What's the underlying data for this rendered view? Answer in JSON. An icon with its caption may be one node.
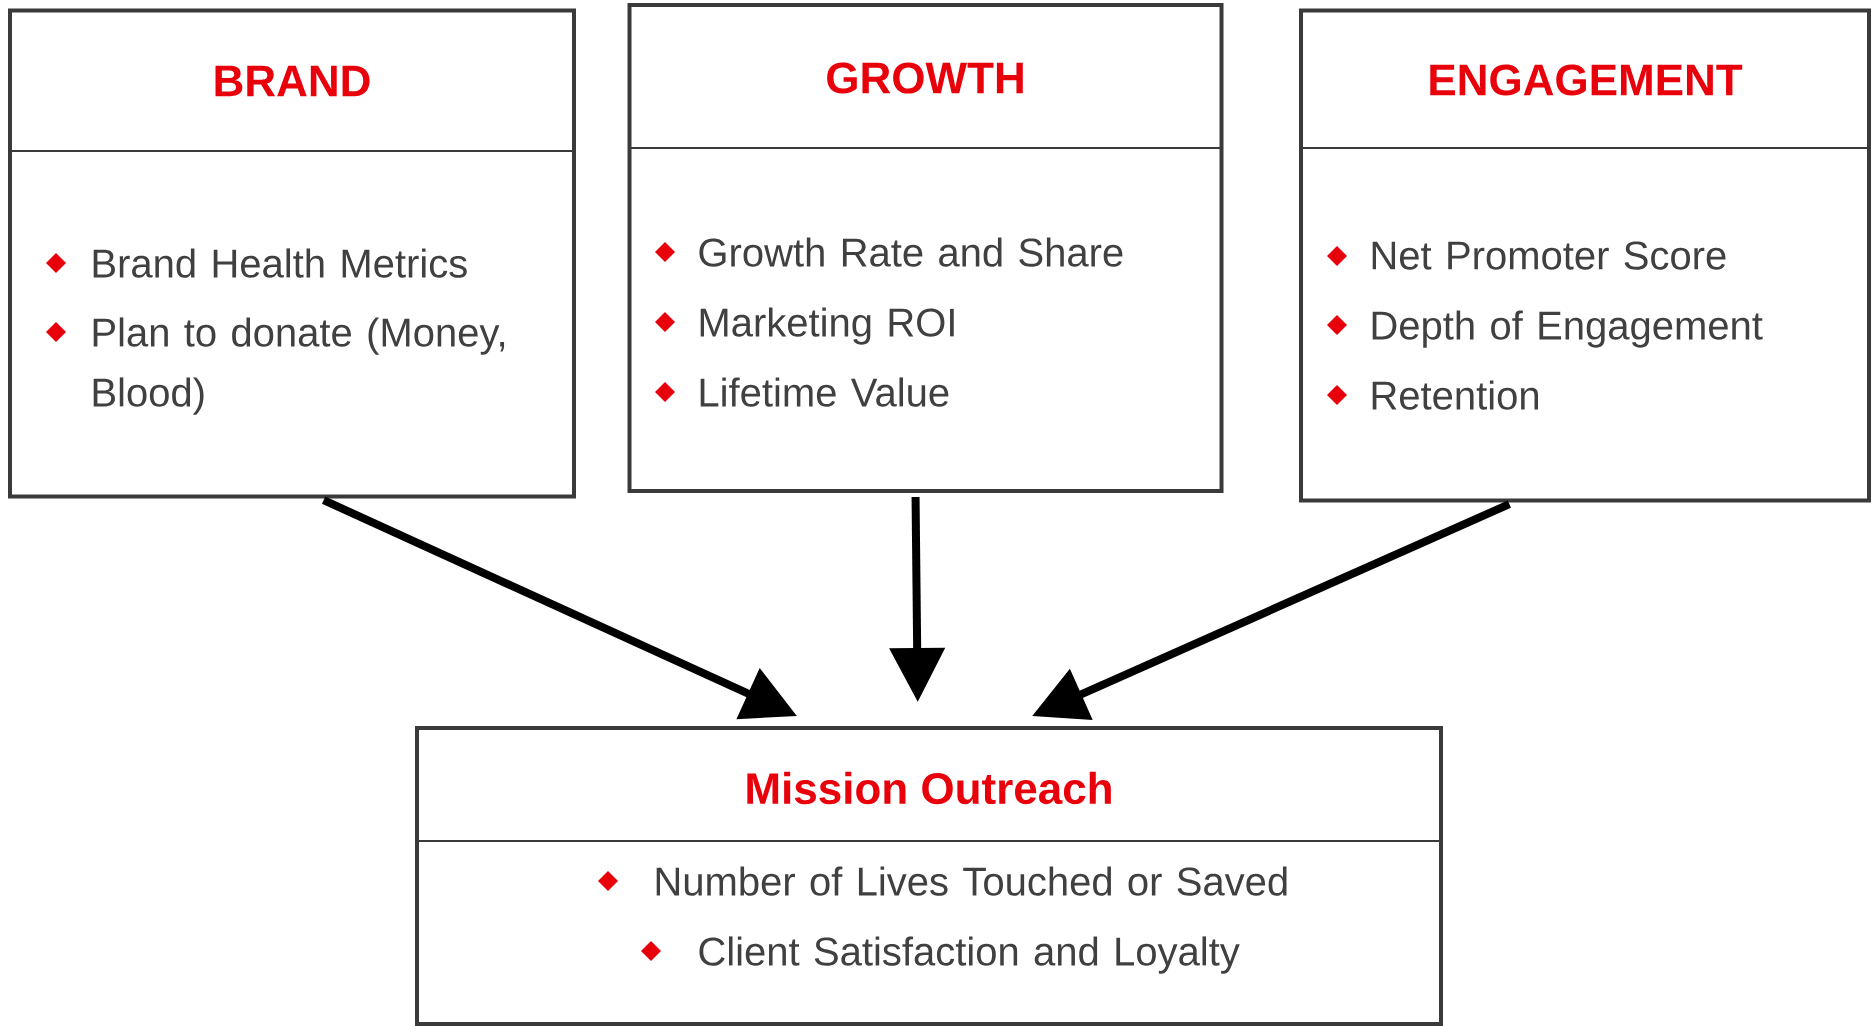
{
  "diagram": {
    "nodes": [
      {
        "text": [
          "BRAND",
          "Brand Health Metrics",
          "Plan to donate (Money, Blood)"
        ]
      },
      {
        "text": [
          "GROWTH",
          "Growth Rate and Share",
          "Marketing ROI",
          "Lifetime Value"
        ]
      },
      {
        "text": [
          "ENGAGEMENT",
          "Net Promoter Score",
          "Depth of Engagement",
          "Retention"
        ]
      },
      {
        "text": [
          "Mission Outreach",
          "Number of Lives Touched or Saved",
          "Client Satisfaction and Loyalty"
        ]
      }
    ],
    "edges": [
      {
        "from": 0,
        "to": 3,
        "arrow": "to"
      },
      {
        "from": 1,
        "to": 3,
        "arrow": "to"
      },
      {
        "from": 2,
        "to": 3,
        "arrow": "to"
      }
    ]
  }
}
